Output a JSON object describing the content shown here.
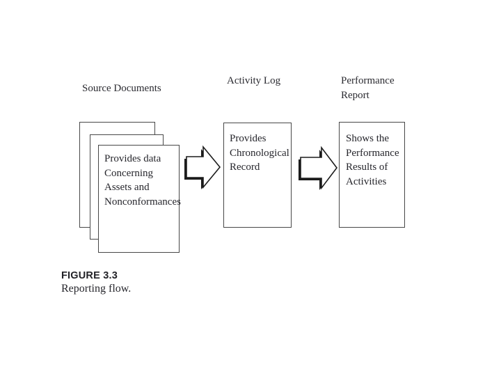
{
  "diagram": {
    "source": {
      "label": "Source Documents",
      "doc_text": "Provides data\nConcerning\nAssets and\nNonconformances"
    },
    "activity": {
      "label": "Activity Log",
      "box_text": "Provides\nChronological\nRecord"
    },
    "performance": {
      "label": "Performance\nReport",
      "box_text": "Shows the\nPerformance\nResults of\nActivities"
    },
    "caption": {
      "title": "FIGURE 3.3",
      "text": "Reporting flow."
    },
    "icons": {
      "arrow_1": "flow-arrow-icon",
      "arrow_2": "flow-arrow-icon"
    },
    "colors": {
      "background": "#ffffff",
      "ink": "#26262c",
      "border": "#474747",
      "arrow_outline": "#1c1c1c"
    }
  }
}
